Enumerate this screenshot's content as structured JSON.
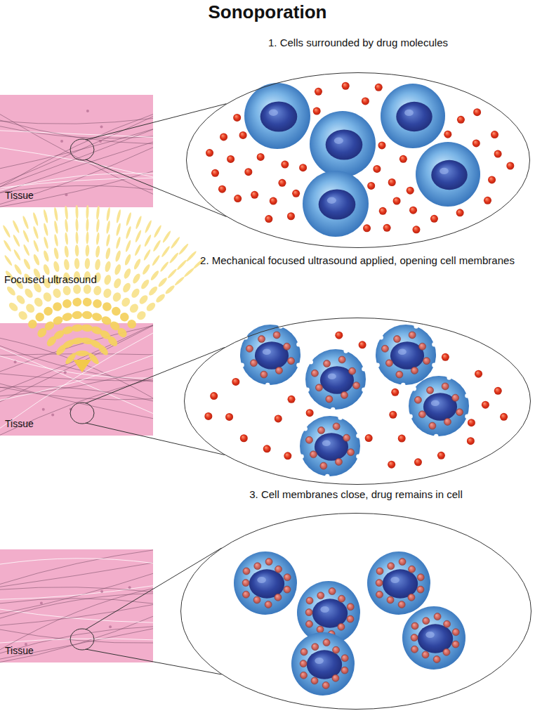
{
  "diagram": {
    "title": "Sonoporation",
    "nodes": [
      {
        "text": [
          "Tissue"
        ]
      },
      {
        "text": [
          "1. Cells surrounded by drug molecules"
        ]
      },
      {
        "text": [
          "Tissue"
        ]
      },
      {
        "text": [
          "2. Mechanical focused ultrasound applied, opening cell membranes"
        ]
      },
      {
        "text": [
          "Tissue"
        ]
      },
      {
        "text": [
          "3. Cell membranes close, drug remains in cell"
        ]
      }
    ],
    "edges": [
      {
        "from": 0,
        "to": 1,
        "arrow": "none"
      },
      {
        "from": 0,
        "to": 1,
        "arrow": "none"
      },
      {
        "from": 2,
        "to": 3,
        "arrow": "none"
      },
      {
        "from": 2,
        "to": 3,
        "arrow": "none"
      },
      {
        "from": 4,
        "to": 5,
        "arrow": "none"
      },
      {
        "from": 4,
        "to": 5,
        "arrow": "none"
      }
    ],
    "labels": [
      "Focused ultrasound"
    ]
  }
}
